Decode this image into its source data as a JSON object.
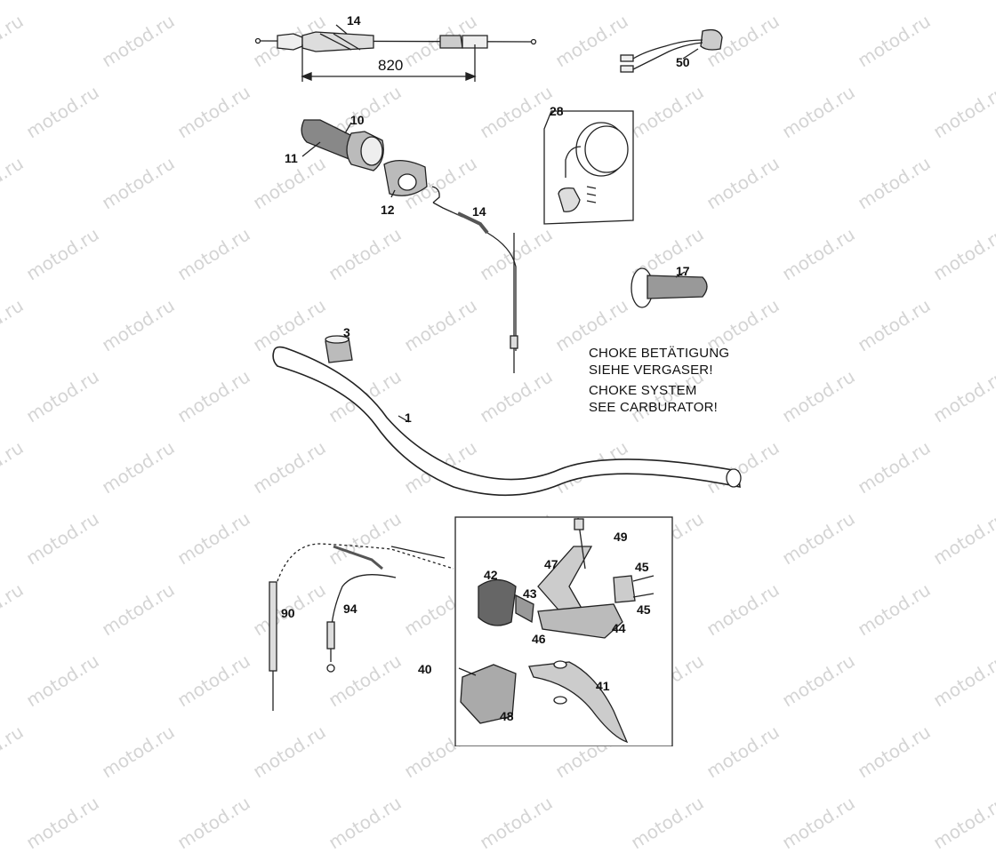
{
  "watermark": "motod.ru",
  "dimension": {
    "value": "820"
  },
  "callouts": {
    "c1": "1",
    "c3": "3",
    "c10": "10",
    "c11": "11",
    "c12": "12",
    "c14a": "14",
    "c14b": "14",
    "c17": "17",
    "c28": "28",
    "c40": "40",
    "c41": "41",
    "c42": "42",
    "c43": "43",
    "c44": "44",
    "c45a": "45",
    "c45b": "45",
    "c46": "46",
    "c47": "47",
    "c48": "48",
    "c49": "49",
    "c50": "50",
    "c90": "90",
    "c94": "94"
  },
  "note": {
    "line1": "CHOKE BETÄTIGUNG",
    "line2": "SIEHE VERGASER!",
    "line3": "CHOKE SYSTEM",
    "line4": "SEE CARBURATOR!"
  }
}
